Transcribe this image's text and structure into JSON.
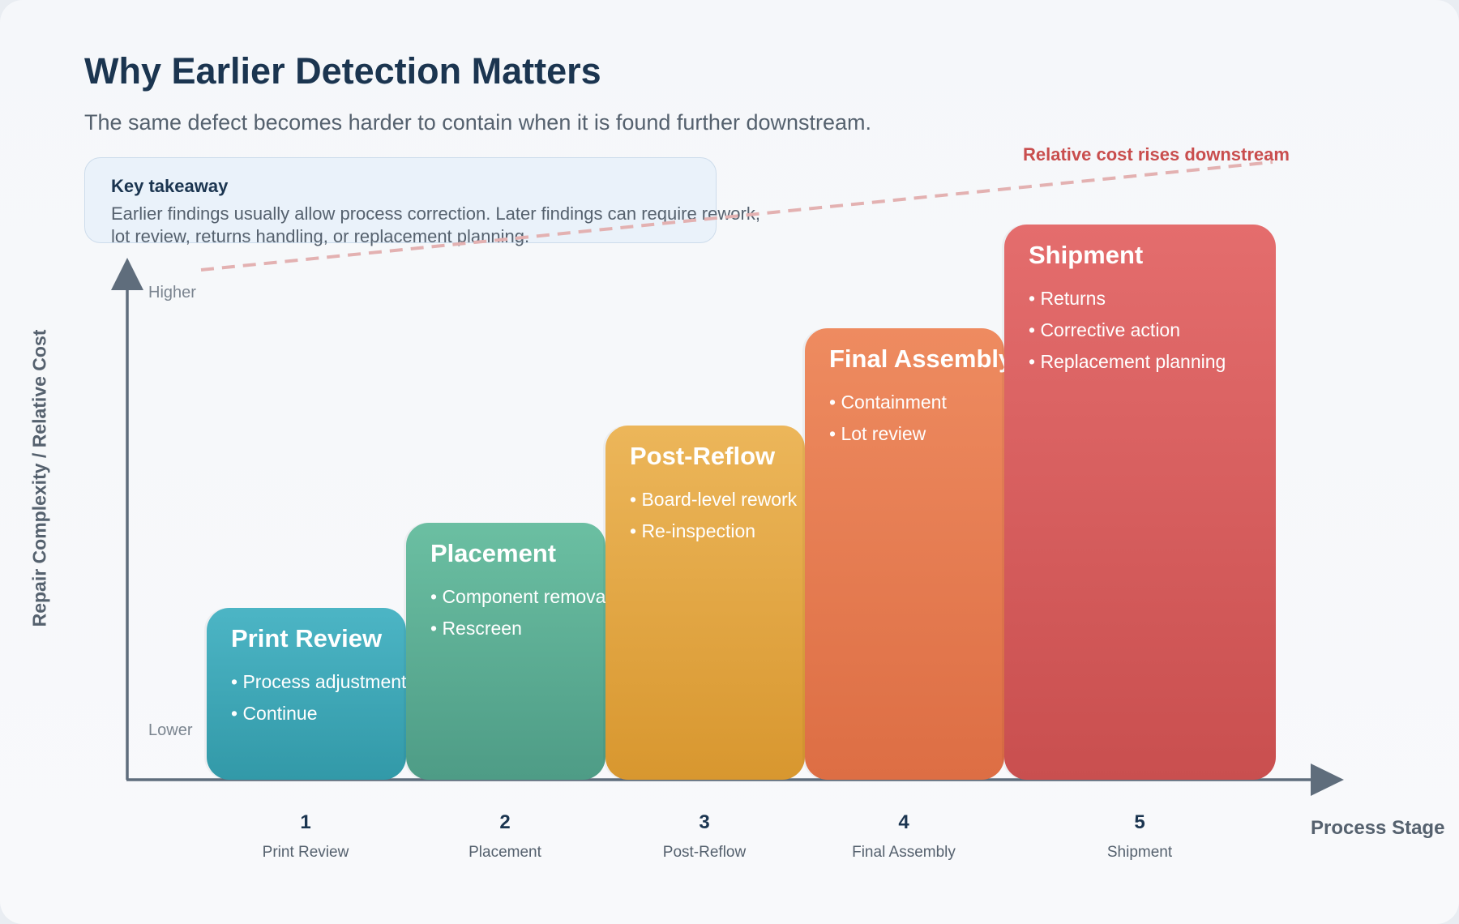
{
  "header": {
    "title": "Why Earlier Detection Matters",
    "subtitle": "The same defect becomes harder to contain when it is found further downstream."
  },
  "takeaway": {
    "heading": "Key takeaway",
    "line1": "Earlier findings usually allow process correction. Later findings can require rework,",
    "line2": "lot review, returns handling, or replacement planning."
  },
  "trend": {
    "label": "Relative cost rises downstream",
    "color": "#e3b1b1"
  },
  "axes": {
    "y_title": "Repair Complexity / Relative Cost",
    "y_high": "Higher",
    "y_low": "Lower",
    "x_title": "Process Stage",
    "color": "#5f6d7c"
  },
  "stages": [
    {
      "number": "1",
      "name": "Print Review",
      "axis_label": "Print Review",
      "level": 1,
      "bullets": [
        "• Process adjustment",
        "• Continue"
      ]
    },
    {
      "number": "2",
      "name": "Placement",
      "axis_label": "Placement",
      "level": 2,
      "bullets": [
        "• Component removal",
        "• Rescreen"
      ]
    },
    {
      "number": "3",
      "name": "Post-Reflow",
      "axis_label": "Post-Reflow",
      "level": 3,
      "bullets": [
        "• Board-level rework",
        "• Re-inspection"
      ]
    },
    {
      "number": "4",
      "name": "Final Assembly",
      "axis_label": "Final Assembly",
      "level": 4,
      "bullets": [
        "• Containment",
        "• Lot review"
      ]
    },
    {
      "number": "5",
      "name": "Shipment",
      "axis_label": "Shipment",
      "level": 5,
      "bullets": [
        "• Returns",
        "• Corrective action",
        "• Replacement planning"
      ]
    }
  ]
}
